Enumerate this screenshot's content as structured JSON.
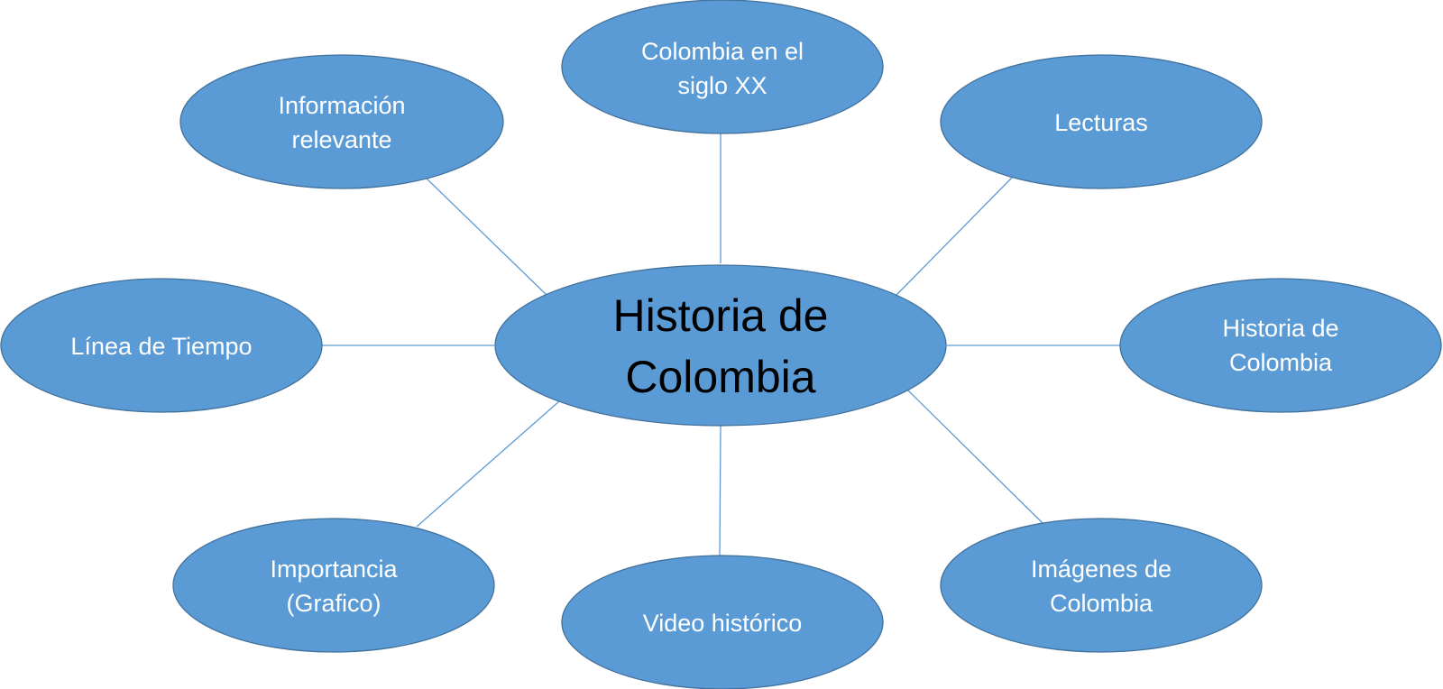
{
  "diagram": {
    "colors": {
      "node_fill": "#5b9bd5",
      "node_border": "#41719c",
      "connector": "#5b9bd5",
      "node_text": "#ffffff",
      "center_text": "#000000"
    },
    "center": {
      "line1": "Historia de",
      "line2": "Colombia"
    },
    "nodes": {
      "top": {
        "line1": "Colombia en el",
        "line2": "siglo XX"
      },
      "top_left": {
        "line1": "Información",
        "line2": "relevante"
      },
      "top_right": {
        "line1": "Lecturas"
      },
      "left": {
        "line1": "Línea de Tiempo"
      },
      "right": {
        "line1": "Historia de",
        "line2": "Colombia"
      },
      "bottom_left": {
        "line1": "Importancia",
        "line2": "(Grafico)"
      },
      "bottom": {
        "line1": "Video histórico"
      },
      "bottom_right": {
        "line1": "Imágenes de",
        "line2": "Colombia"
      }
    }
  }
}
